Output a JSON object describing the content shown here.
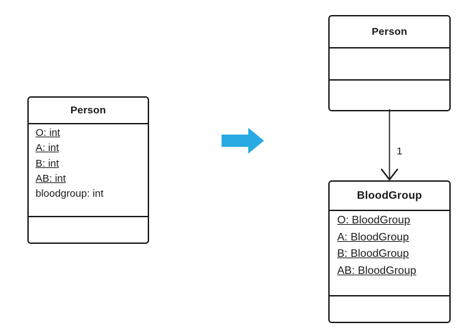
{
  "diagram": {
    "title": "UML class diagram refactoring: int constants to BloodGroup type",
    "background_color": "#ffffff",
    "stroke_color": "#1a1a1a",
    "accent_color": "#29abe2"
  },
  "before": {
    "class": {
      "name": "Person",
      "attributes": [
        {
          "text": "O: int",
          "static": true
        },
        {
          "text": "A: int",
          "static": true
        },
        {
          "text": "B: int",
          "static": true
        },
        {
          "text": "AB: int",
          "static": true
        },
        {
          "text": "bloodgroup: int",
          "static": false
        }
      ],
      "operations": []
    }
  },
  "transform": {
    "icon": "right-arrow-icon",
    "color": "#29abe2"
  },
  "after": {
    "person": {
      "name": "Person",
      "attributes": [],
      "operations": []
    },
    "bloodgroup": {
      "name": "BloodGroup",
      "attributes": [
        {
          "text": "O: BloodGroup",
          "static": true
        },
        {
          "text": "A: BloodGroup",
          "static": true
        },
        {
          "text": "B: BloodGroup",
          "static": true
        },
        {
          "text": "AB: BloodGroup",
          "static": true
        }
      ],
      "operations": []
    },
    "association": {
      "from": "Person",
      "to": "BloodGroup",
      "multiplicity": "1",
      "arrow_style": "open"
    }
  }
}
